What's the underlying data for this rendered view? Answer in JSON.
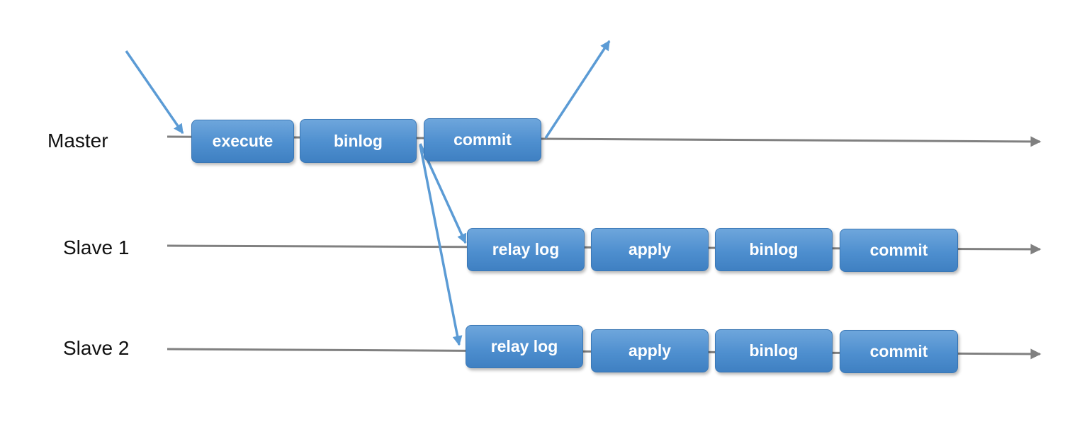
{
  "rows": {
    "master": {
      "label": "Master",
      "stages": [
        "execute",
        "binlog",
        "commit"
      ]
    },
    "slave1": {
      "label": "Slave 1",
      "stages": [
        "relay log",
        "apply",
        "binlog",
        "commit"
      ]
    },
    "slave2": {
      "label": "Slave 2",
      "stages": [
        "relay log",
        "apply",
        "binlog",
        "commit"
      ]
    }
  },
  "colors": {
    "stage_fill": "#4e8fcf",
    "flow_arrow": "#5b9bd5",
    "timeline": "#808080",
    "label_text": "#111111"
  }
}
